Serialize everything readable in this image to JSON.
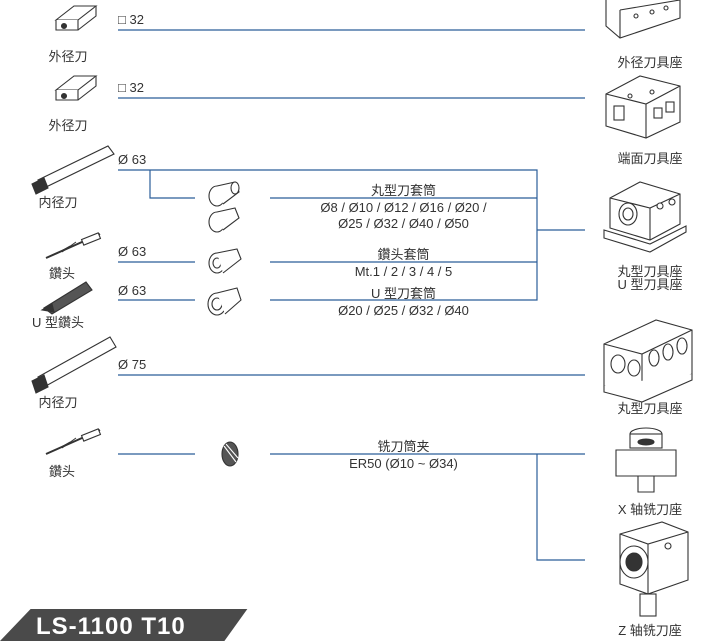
{
  "tools": [
    {
      "name": "外径刀",
      "spec": "□ 32"
    },
    {
      "name": "外径刀",
      "spec": "□ 32"
    },
    {
      "name": "内径刀",
      "spec": "Ø 63"
    },
    {
      "name": "鑽头",
      "spec": "Ø 63"
    },
    {
      "name": "U 型鑽头",
      "spec": "Ø 63"
    },
    {
      "name": "内径刀",
      "spec": "Ø 75"
    },
    {
      "name": "鑽头",
      "spec": ""
    }
  ],
  "sleeves": [
    {
      "title": "丸型刀套筒",
      "sizes_line1": "Ø8 / Ø10 / Ø12 / Ø16 / Ø20 /",
      "sizes_line2": "Ø25 / Ø32 / Ø40  / Ø50"
    },
    {
      "title": "鑽头套筒",
      "sizes_line1": "Mt.1 / 2 / 3 / 4 / 5"
    },
    {
      "title": "U 型刀套筒",
      "sizes_line1": "Ø20 / Ø25 / Ø32 / Ø40"
    },
    {
      "title": "铣刀筒夹",
      "sizes_line1": "ER50 (Ø10 ~ Ø34)"
    }
  ],
  "holders": [
    {
      "label": "外径刀具座"
    },
    {
      "label": "端面刀具座"
    },
    {
      "label_line1": "丸型刀具座",
      "label_line2": "U 型刀具座"
    },
    {
      "label": "丸型刀具座"
    },
    {
      "label": "X 轴铣刀座"
    },
    {
      "label": "Z 轴铣刀座"
    }
  ],
  "banner": {
    "text": "LS-1100 T10"
  },
  "colors": {
    "line": "#2b5d99",
    "text": "#333333",
    "banner": "#4a4a4a"
  }
}
